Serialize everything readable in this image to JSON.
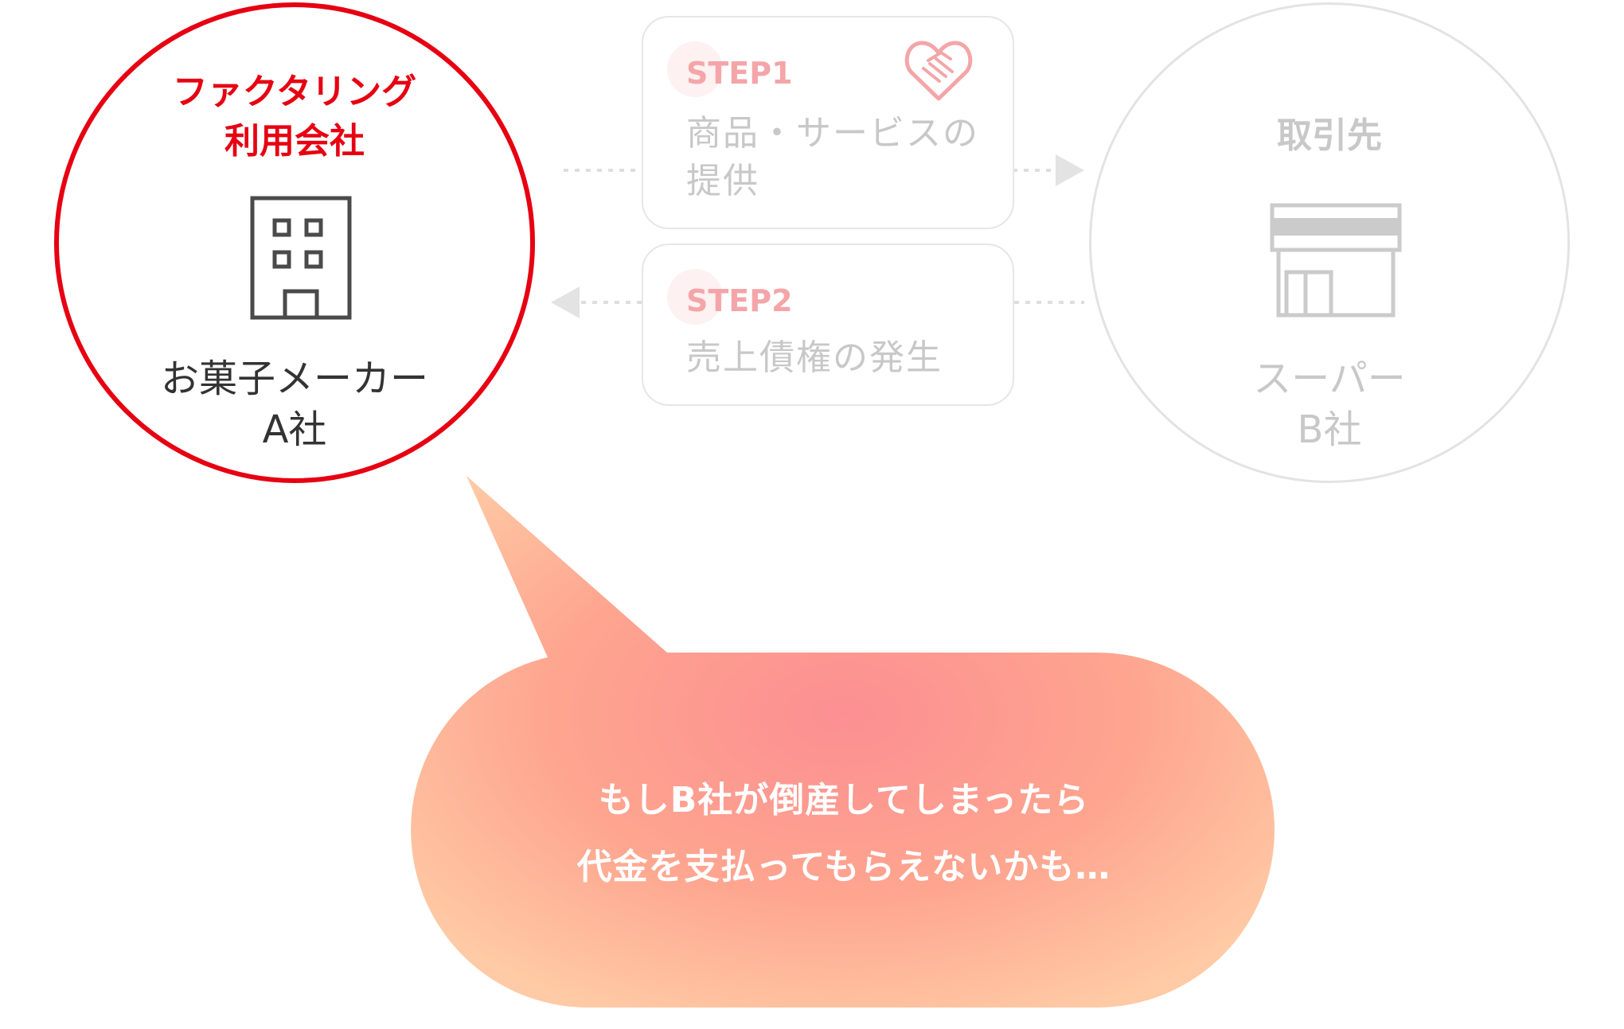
{
  "company_a": {
    "role_lines": [
      "ファクタリング",
      "利用会社"
    ],
    "name_lines": [
      "お菓子メーカー",
      "A社"
    ],
    "icon": "office-building-icon"
  },
  "partner": {
    "title": "取引先",
    "name_lines": [
      "スーパー",
      "B社"
    ],
    "icon": "store-icon"
  },
  "steps": [
    {
      "label": "STEP1",
      "text_lines": [
        "商品・サービスの",
        "提供"
      ],
      "icon": "handshake-heart-icon"
    },
    {
      "label": "STEP2",
      "text_lines": [
        "売上債権の発生"
      ]
    }
  ],
  "bubble": {
    "lines": [
      "もしB社が倒産してしまったら",
      "代金を支払ってもらえないかも…"
    ]
  },
  "colors": {
    "accent_red": "#e60012",
    "muted_gray": "#c8c8c8",
    "step_pink": "#f4a5a8",
    "bubble_center": "#fc8f92",
    "bubble_edge": "#ffc9a4"
  }
}
